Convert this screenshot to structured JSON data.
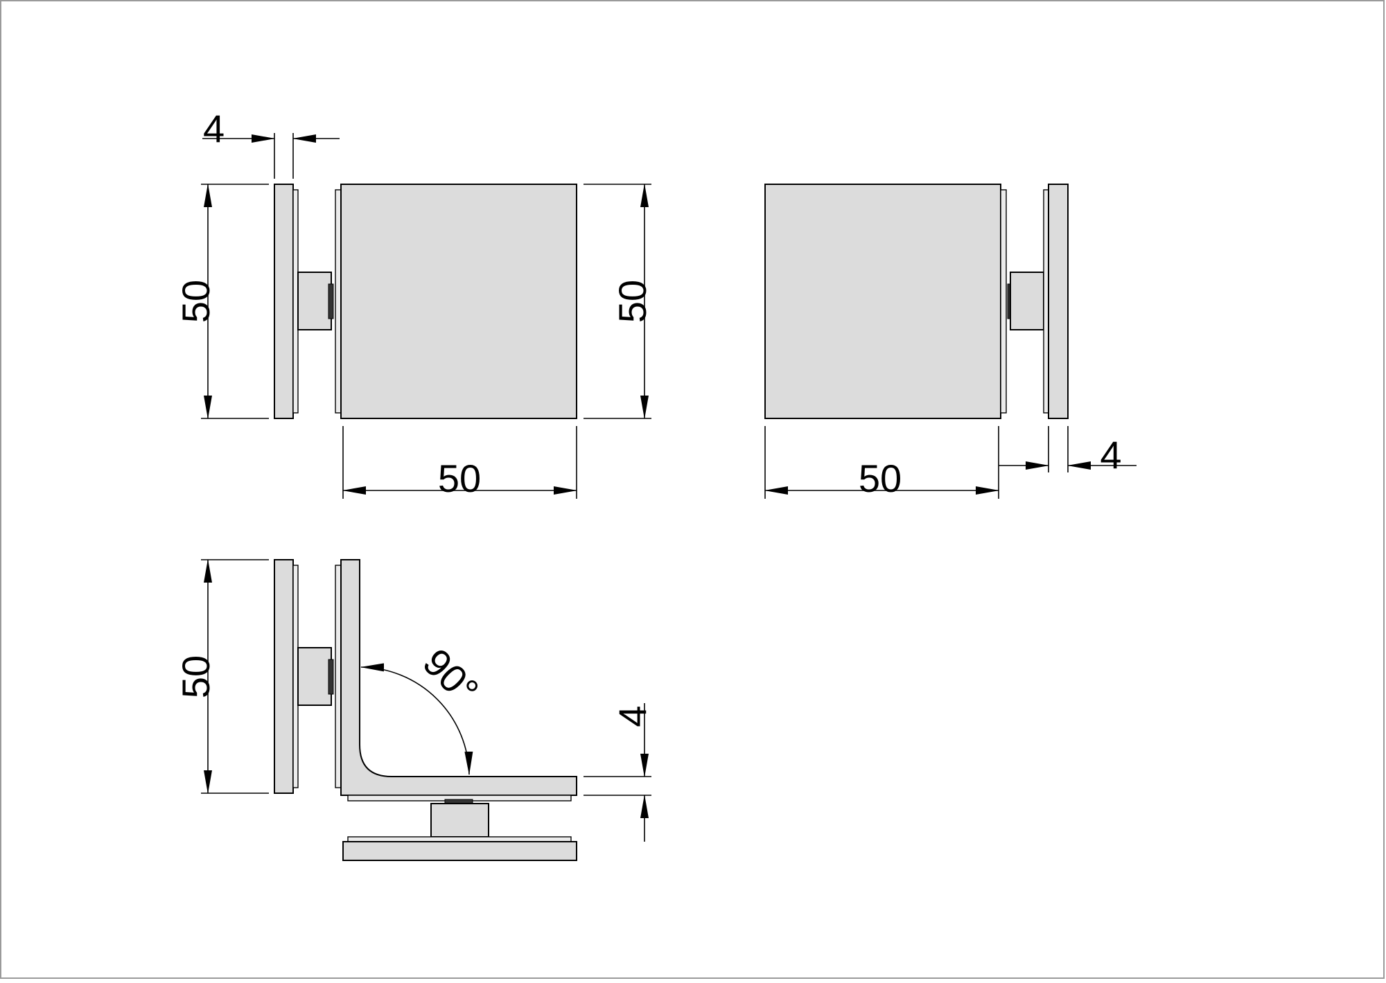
{
  "colors": {
    "part_fill": "#dcdcdc",
    "line": "#000000",
    "sheet_background": "#ffffff"
  },
  "dimensions": {
    "front_view": {
      "plate_thickness": "4",
      "left_height": "50",
      "right_height": "50",
      "width": "50"
    },
    "rear_view": {
      "width": "50",
      "plate_thickness": "4"
    },
    "side_view": {
      "height": "50",
      "angle": "90°",
      "leg_thickness": "4"
    }
  }
}
